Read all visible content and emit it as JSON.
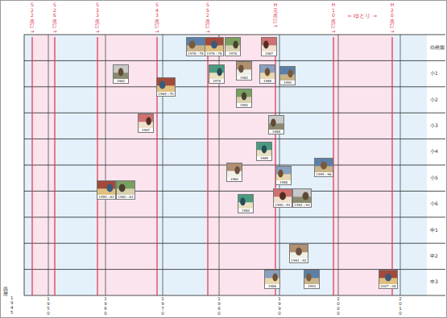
{
  "diagram": {
    "labels": [
      "S22改訂→",
      "S26改訂→",
      "S33改訂→",
      "S43改訂→",
      "S52改訂→",
      "H元改訂→",
      "H10改訂→",
      "← ゆとり →",
      "H20改訂→",
      "幼稚園",
      "小1",
      "小2",
      "小3",
      "小4",
      "小5",
      "小6",
      "中1",
      "中2",
      "中3",
      "1976～78",
      "1976～78",
      "1978",
      "1987",
      "1962",
      "1978",
      "1982",
      "1986",
      "1990",
      "1969～70",
      "1982",
      "1967",
      "1988",
      "1985",
      "1980",
      "1988",
      "1995～96",
      "1959～63",
      "1962～63",
      "1990～91",
      "1992～93",
      "1980",
      "1991～92",
      "1988",
      "1994",
      "2007～08",
      "西暦",
      "1945",
      "1950",
      "1960",
      "1970",
      "1980",
      "1990",
      "2000",
      "2010"
    ]
  }
}
